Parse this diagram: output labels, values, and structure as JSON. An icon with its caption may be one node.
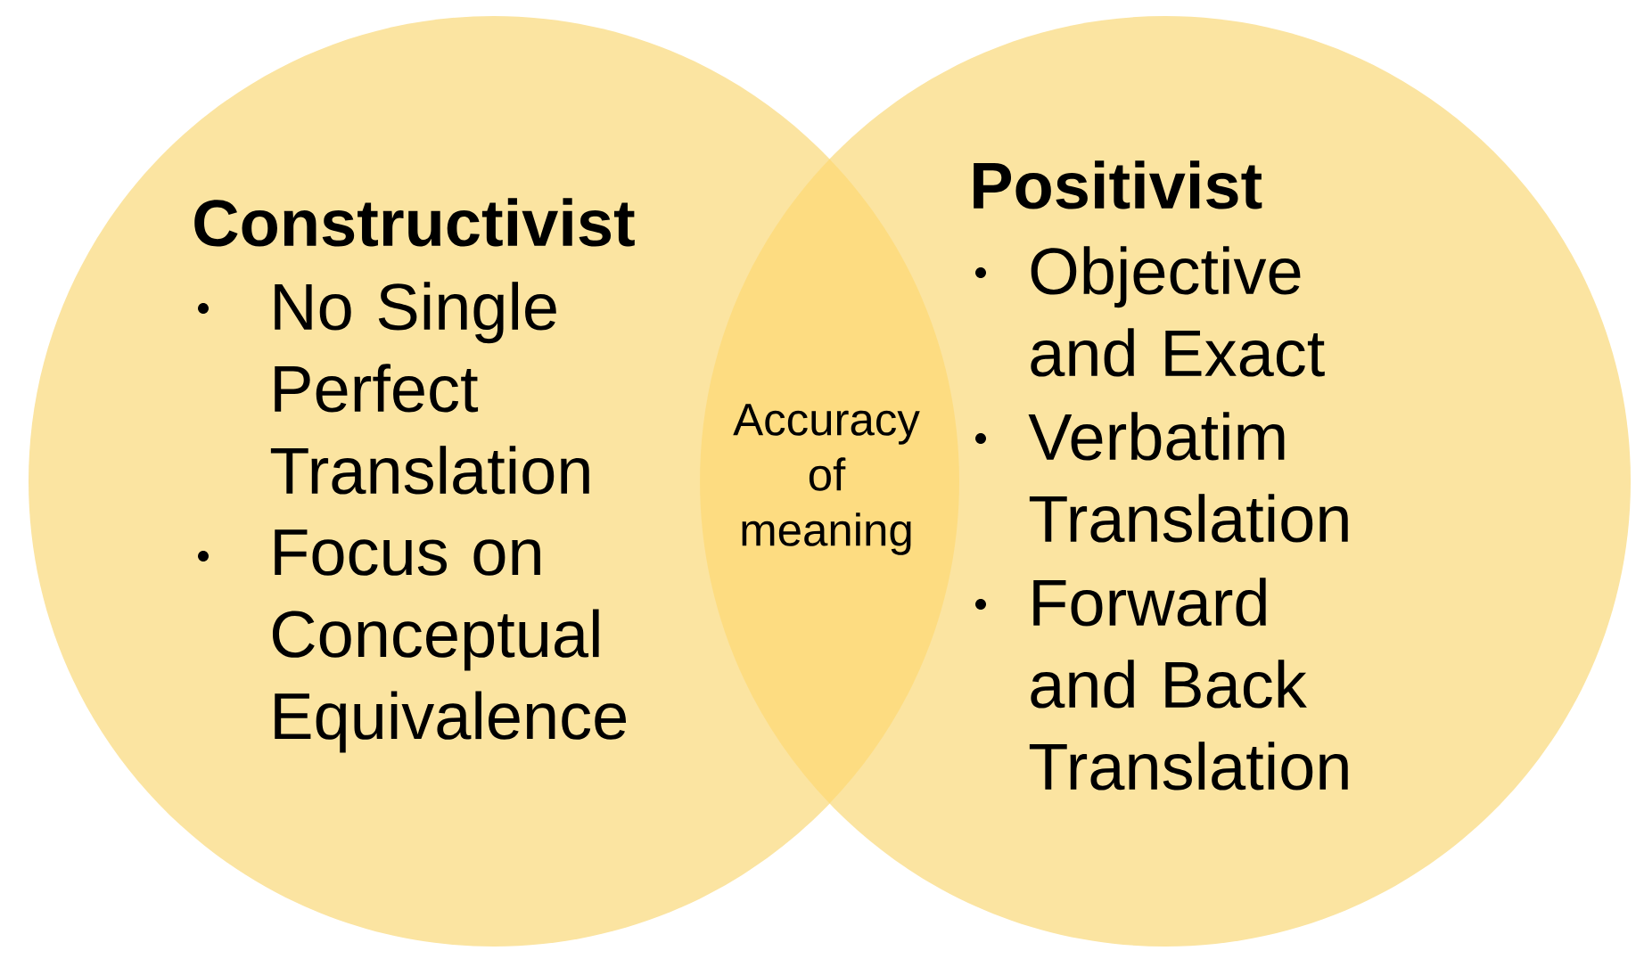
{
  "diagram": {
    "nodes": [
      {
        "text": [
          "Constructivist",
          "No Single Perfect Translation",
          "Focus on Conceptual Equivalence"
        ]
      },
      {
        "text": [
          "Accuracy of meaning"
        ]
      },
      {
        "text": [
          "Positivist",
          "Objective and Exact",
          "Verbatim Translation",
          "Forward and Back Translation"
        ]
      }
    ]
  }
}
